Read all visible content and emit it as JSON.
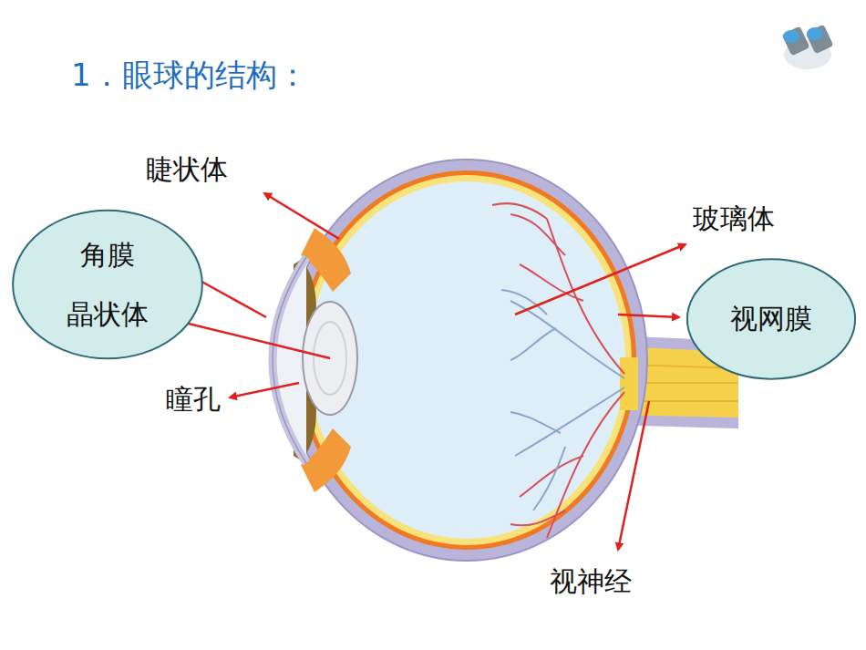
{
  "diagram": {
    "title": "1．眼球的结构：",
    "nodes": [
      {
        "text": [
          "角膜",
          "晶状体"
        ]
      },
      {
        "text": [
          "视网膜"
        ]
      }
    ],
    "labels": [
      "睫状体",
      "玻璃体",
      "瞳孔",
      "视神经"
    ]
  }
}
